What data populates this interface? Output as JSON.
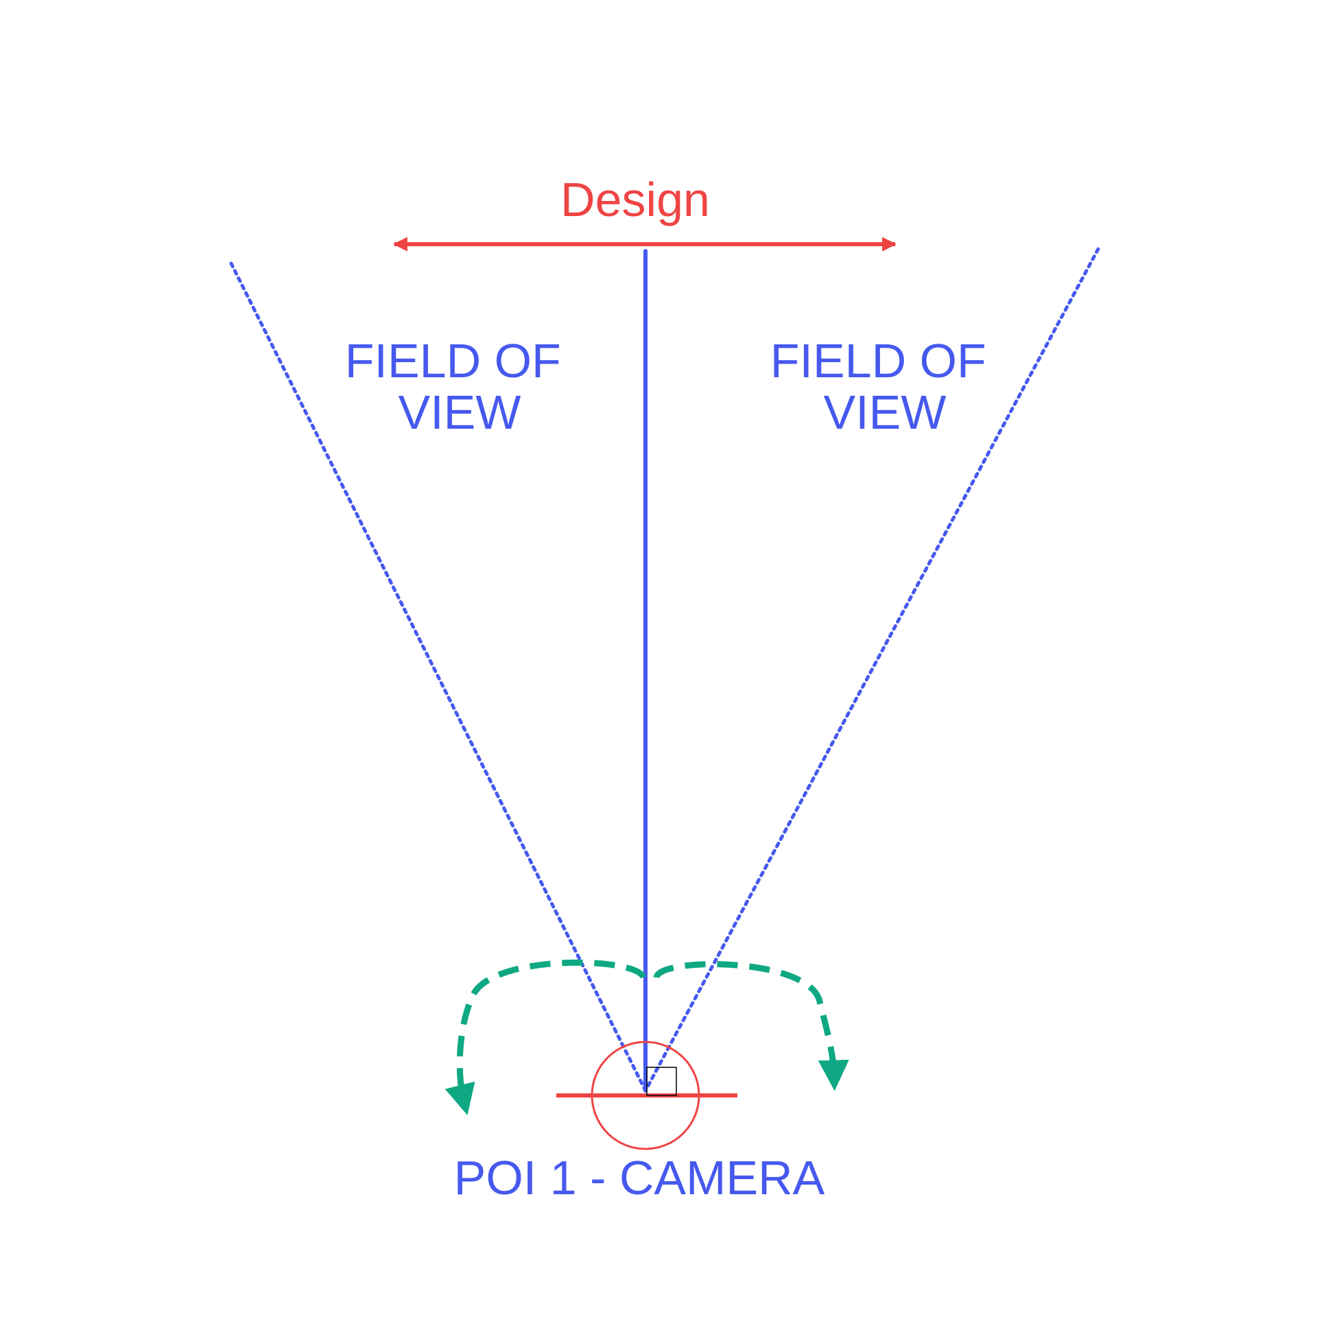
{
  "design_label": "Design",
  "fov_left": {
    "line1": "FIELD OF",
    "line2": "VIEW"
  },
  "fov_right": {
    "line1": "FIELD OF",
    "line2": "VIEW"
  },
  "camera_label": "POI 1 - CAMERA",
  "colors": {
    "red": "#EF4444",
    "blue": "#4659EE",
    "green": "#0EA882",
    "black": "#000000"
  }
}
